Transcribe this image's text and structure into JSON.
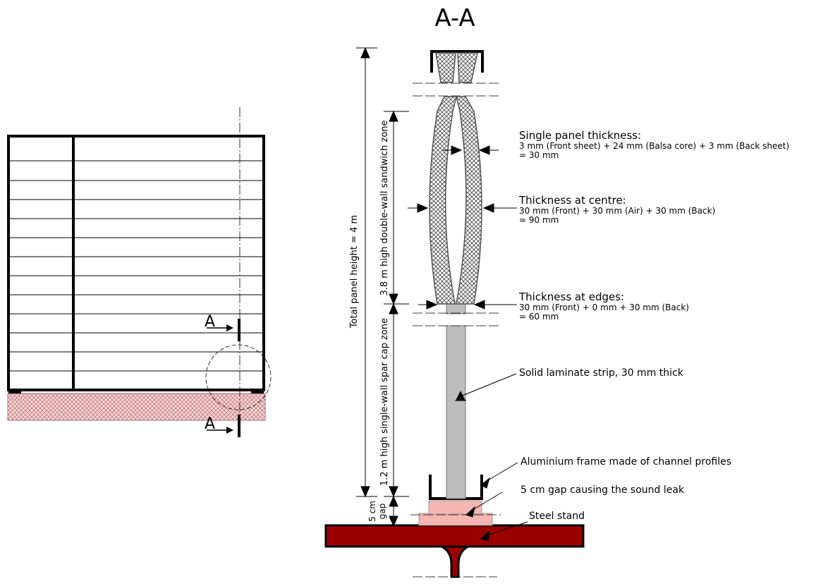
{
  "section_title": "A-A",
  "section_marks": {
    "top": "A",
    "bottom": "A"
  },
  "dimensions": {
    "total_height": "Total panel height = 4 m",
    "double_wall_zone": "3.8 m high double-wall sandwich zone",
    "single_wall_zone": "1.2 m high single-wall spar cap zone",
    "gap_line1": "5 cm",
    "gap_line2": "gap"
  },
  "annotations": {
    "single_panel": {
      "heading": "Single panel thickness:",
      "line1": "3 mm (Front sheet) + 24 mm (Balsa core) + 3 mm (Back sheet)",
      "line2": "= 30 mm"
    },
    "centre": {
      "heading": "Thickness at centre:",
      "line1": "30 mm (Front) + 30 mm (Air) + 30 mm (Back)",
      "line2": "= 90 mm"
    },
    "edges": {
      "heading": "Thickness at edges:",
      "line1": "30 mm (Front) + 0 mm + 30 mm (Back)",
      "line2": "= 60 mm"
    },
    "laminate": "Solid laminate strip, 30 mm thick",
    "frame": "Aluminium frame made of channel profiles",
    "gap": "5 cm gap causing the sound leak",
    "stand": "Steel stand"
  },
  "colors": {
    "stand": "#9b0000",
    "gap_fill": "#f5b5b0",
    "base_hatch": "#d98c8c",
    "laminate": "#bdbdbd",
    "balsa_hatch": "#555555"
  }
}
